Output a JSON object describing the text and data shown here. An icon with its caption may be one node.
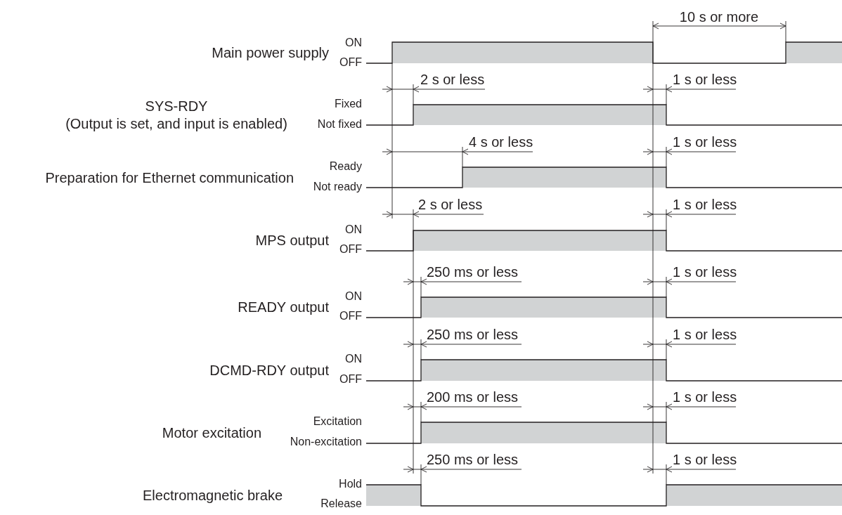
{
  "diagram": {
    "labels": [
      "10 s or more",
      "Main power supply",
      "ON",
      "OFF",
      "2 s or less",
      "1 s or less",
      "SYS-RDY",
      "(Output is set, and input is enabled)",
      "Fixed",
      "Not fixed",
      "4 s or less",
      "1 s or less",
      "Preparation for Ethernet communication",
      "Ready",
      "Not ready",
      "2 s or less",
      "1 s or less",
      "MPS output",
      "ON",
      "OFF",
      "250 ms or less",
      "1 s or less",
      "READY output",
      "ON",
      "OFF",
      "250 ms or less",
      "1 s or less",
      "DCMD-RDY output",
      "ON",
      "OFF",
      "200 ms or less",
      "1 s or less",
      "Motor excitation",
      "Excitation",
      "Non-excitation",
      "250 ms or less",
      "1 s or less",
      "Electromagnetic brake",
      "Hold",
      "Release"
    ]
  }
}
